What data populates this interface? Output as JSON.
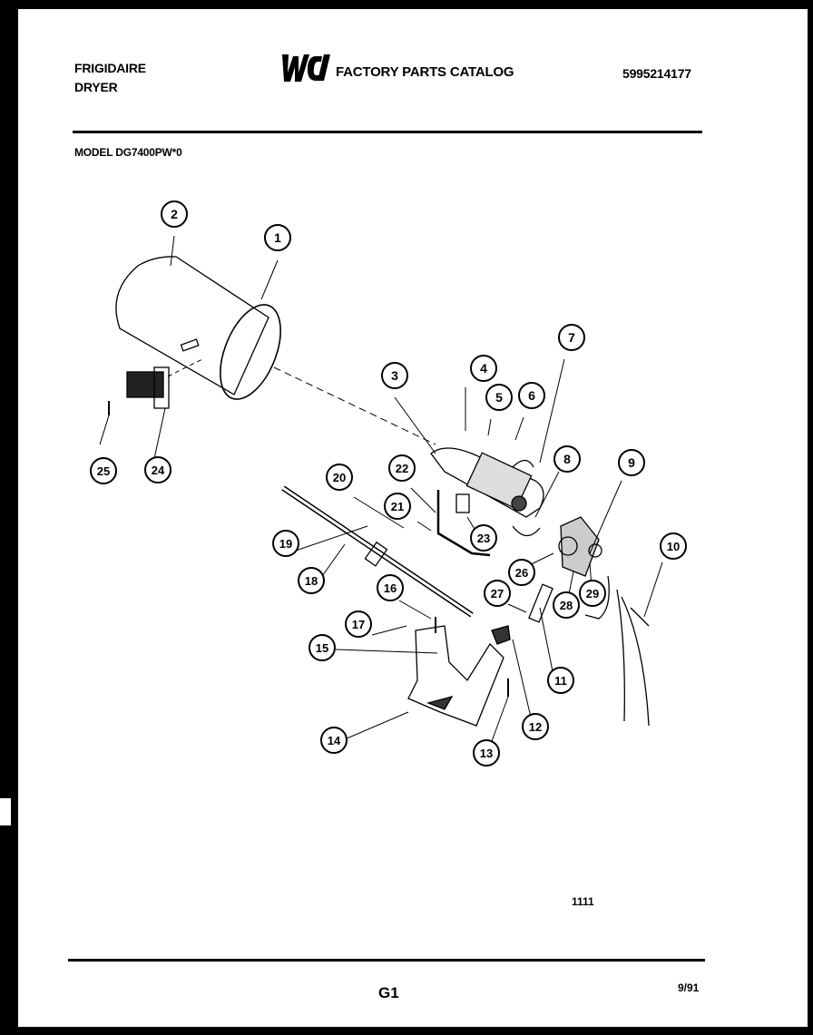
{
  "header": {
    "brand_line1": "FRIGIDAIRE",
    "brand_line2": "DRYER",
    "logo_text": "WCI",
    "catalog_title": "FACTORY PARTS CATALOG",
    "part_number": "5995214177"
  },
  "model_line": "MODEL DG7400PW*0",
  "callouts": [
    "1",
    "2",
    "3",
    "4",
    "5",
    "6",
    "7",
    "8",
    "9",
    "10",
    "11",
    "12",
    "13",
    "14",
    "15",
    "16",
    "17",
    "18",
    "19",
    "20",
    "21",
    "22",
    "23",
    "24",
    "25",
    "26",
    "27",
    "28",
    "29"
  ],
  "footer": {
    "code": "1111",
    "page_id": "G1",
    "date": "9/91"
  }
}
